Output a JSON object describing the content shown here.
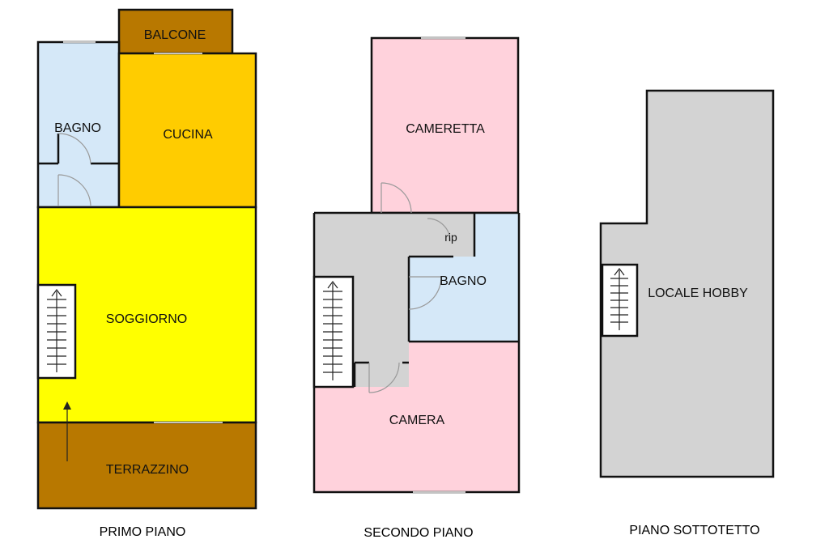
{
  "floors": {
    "primo": {
      "title": "PRIMO PIANO",
      "rooms": {
        "balcone": "BALCONE",
        "bagno": "BAGNO",
        "cucina": "CUCINA",
        "soggiorno": "SOGGIORNO",
        "terrazzino": "TERRAZZINO"
      }
    },
    "secondo": {
      "title": "SECONDO PIANO",
      "rooms": {
        "cameretta": "CAMERETTA",
        "rip": "rip",
        "bagno": "BAGNO",
        "camera": "CAMERA"
      }
    },
    "sottotetto": {
      "title": "PIANO SOTTOTETTO",
      "rooms": {
        "locale_hobby": "LOCALE HOBBY"
      }
    }
  },
  "colors": {
    "balcone": "#b87800",
    "bagno": "#d5e8f8",
    "cucina": "#ffcc00",
    "soggiorno": "#ffff00",
    "terrazzino": "#b87800",
    "cameretta": "#ffd2dc",
    "corridoio": "#d3d3d3",
    "camera": "#ffd2dc",
    "locale_hobby": "#d3d3d3",
    "stairs": "#ffffff"
  }
}
